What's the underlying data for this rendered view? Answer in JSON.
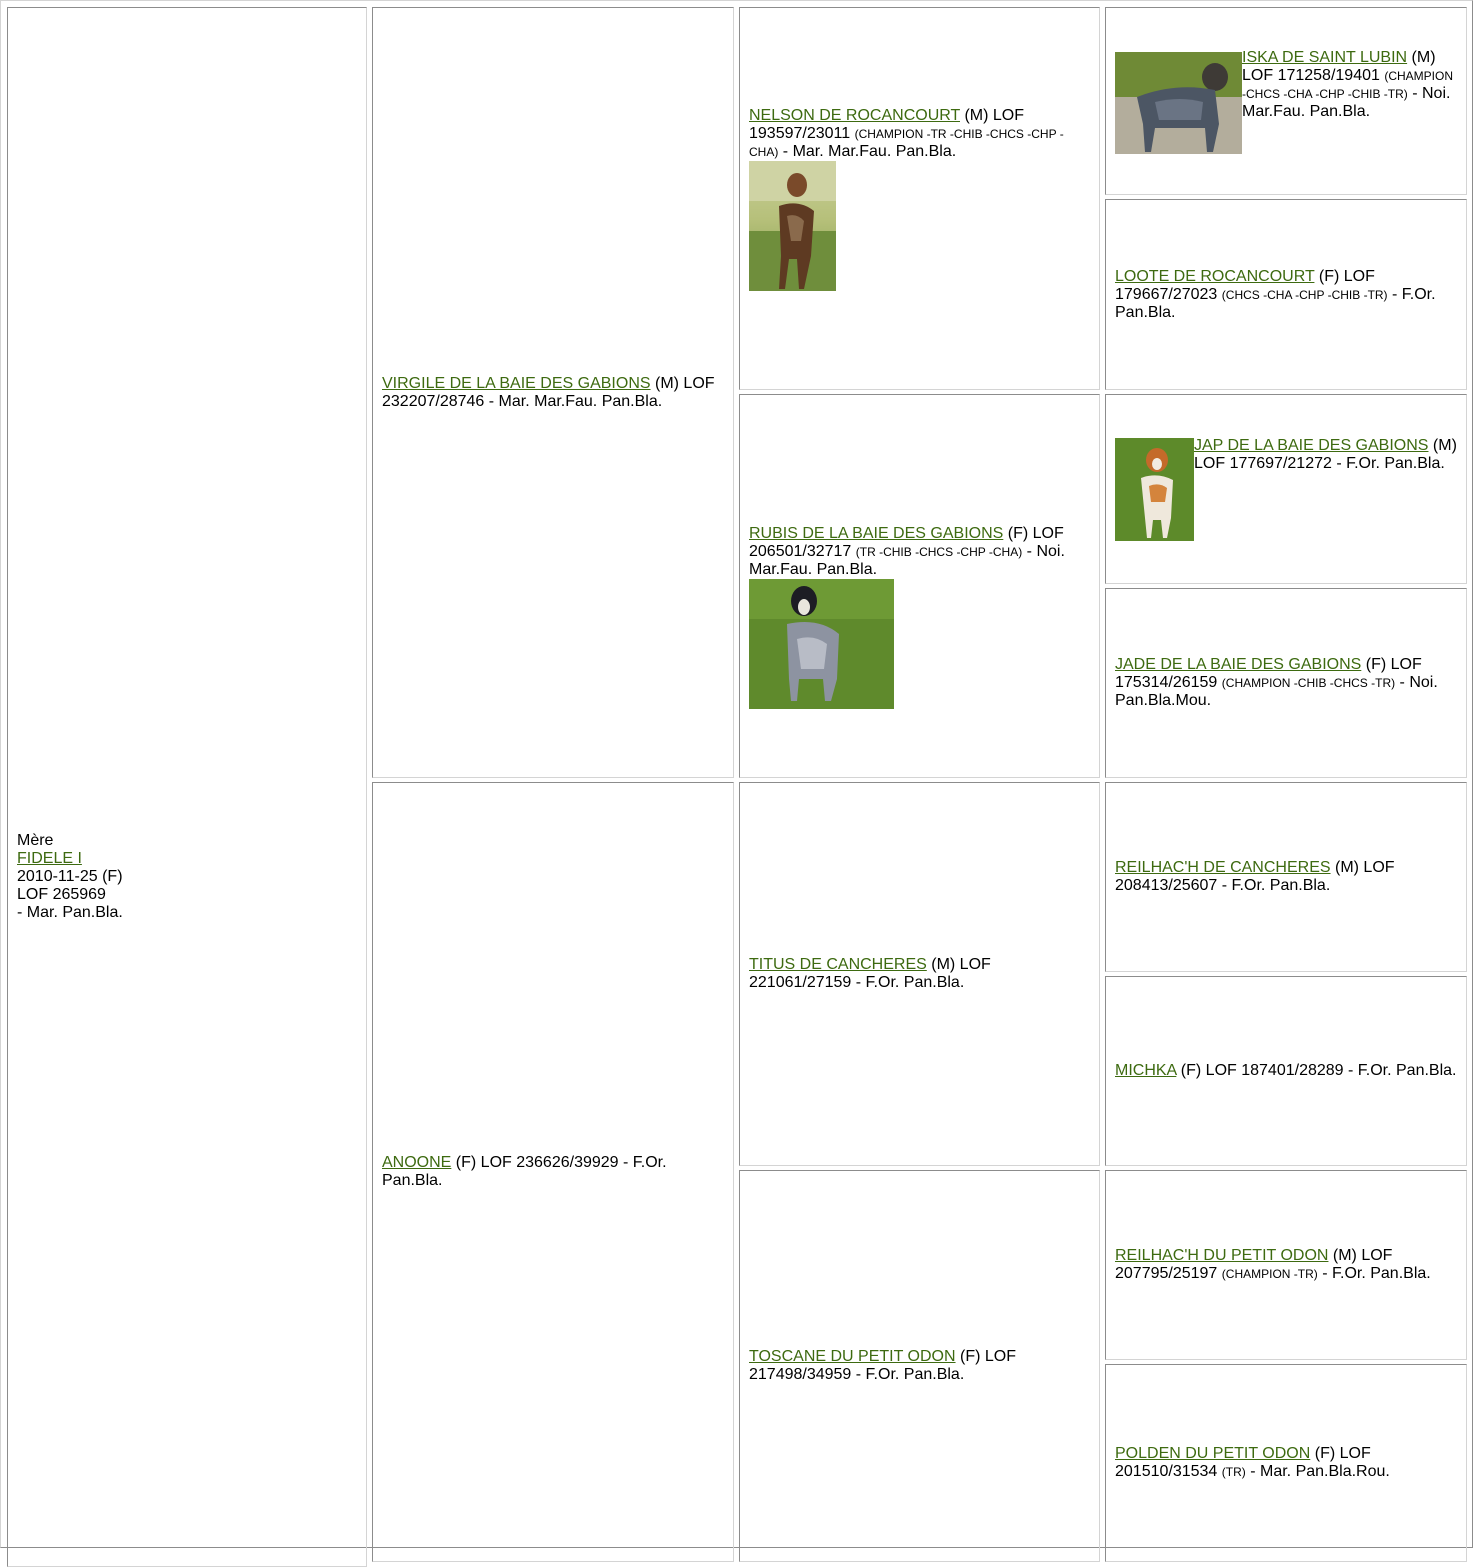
{
  "mother": {
    "role": "Mère",
    "name": "FIDELE I",
    "line1": "2010-11-25 (F)",
    "line2": "LOF 265969",
    "line3": "- Mar. Pan.Bla."
  },
  "sire": {
    "name": "VIRGILE DE LA BAIE DES GABIONS",
    "info": " (M) LOF 232207/28746 - Mar. Mar.Fau. Pan.Bla."
  },
  "dam": {
    "name": "ANOONE",
    "info": " (F) LOF 236626/39929 - F.Or. Pan.Bla."
  },
  "gen3": [
    {
      "name": "NELSON DE ROCANCOURT",
      "pre": " (M) LOF 193597/23011 ",
      "titles": "(CHAMPION -TR -CHIB -CHCS -CHP -CHA)",
      "post": " - Mar. Mar.Fau. Pan.Bla."
    },
    {
      "name": "RUBIS DE LA BAIE DES GABIONS",
      "pre": " (F) LOF 206501/32717 ",
      "titles": "(TR -CHIB -CHCS -CHP -CHA)",
      "post": " - Noi. Mar.Fau. Pan.Bla."
    },
    {
      "name": "TITUS DE CANCHERES",
      "pre": " (M) LOF 221061/27159 - F.Or. Pan.Bla.",
      "titles": "",
      "post": ""
    },
    {
      "name": "TOSCANE DU PETIT ODON",
      "pre": " (F) LOF 217498/34959 - F.Or. Pan.Bla.",
      "titles": "",
      "post": ""
    }
  ],
  "gen4": [
    {
      "name": "ISKA DE SAINT LUBIN",
      "pre": " (M) LOF 171258/19401 ",
      "titles": "(CHAMPION -CHCS -CHA -CHP -CHIB -TR)",
      "post": " - Noi. Mar.Fau. Pan.Bla."
    },
    {
      "name": "LOOTE DE ROCANCOURT",
      "pre": " (F) LOF 179667/27023 ",
      "titles": "(CHCS -CHA -CHP -CHIB -TR)",
      "post": " - F.Or. Pan.Bla."
    },
    {
      "name": "JAP DE LA BAIE DES GABIONS",
      "pre": " (M) LOF 177697/21272 - F.Or. Pan.Bla.",
      "titles": "",
      "post": ""
    },
    {
      "name": "JADE DE LA BAIE DES GABIONS",
      "pre": " (F) LOF 175314/26159 ",
      "titles": "(CHAMPION -CHIB -CHCS -TR)",
      "post": " - Noi. Pan.Bla.Mou."
    },
    {
      "name": "REILHAC'H DE CANCHERES",
      "pre": " (M) LOF 208413/25607 - F.Or. Pan.Bla.",
      "titles": "",
      "post": ""
    },
    {
      "name": "MICHKA",
      "pre": " (F) LOF 187401/28289 - F.Or. Pan.Bla.",
      "titles": "",
      "post": ""
    },
    {
      "name": "REILHAC'H DU PETIT ODON",
      "pre": " (M) LOF 207795/25197 ",
      "titles": "(CHAMPION -TR)",
      "post": " - F.Or. Pan.Bla."
    },
    {
      "name": "POLDEN DU PETIT ODON",
      "pre": " (F) LOF 201510/31534 ",
      "titles": "(TR)",
      "post": " - Mar. Pan.Bla.Rou."
    }
  ],
  "colors": {
    "link": "#3d6a10",
    "border_dark": "#8c8c8c",
    "border_light": "#d4d4d4"
  },
  "icons": [
    "dog-photo-nelson",
    "dog-photo-rubis",
    "dog-photo-iska",
    "dog-photo-jap"
  ]
}
